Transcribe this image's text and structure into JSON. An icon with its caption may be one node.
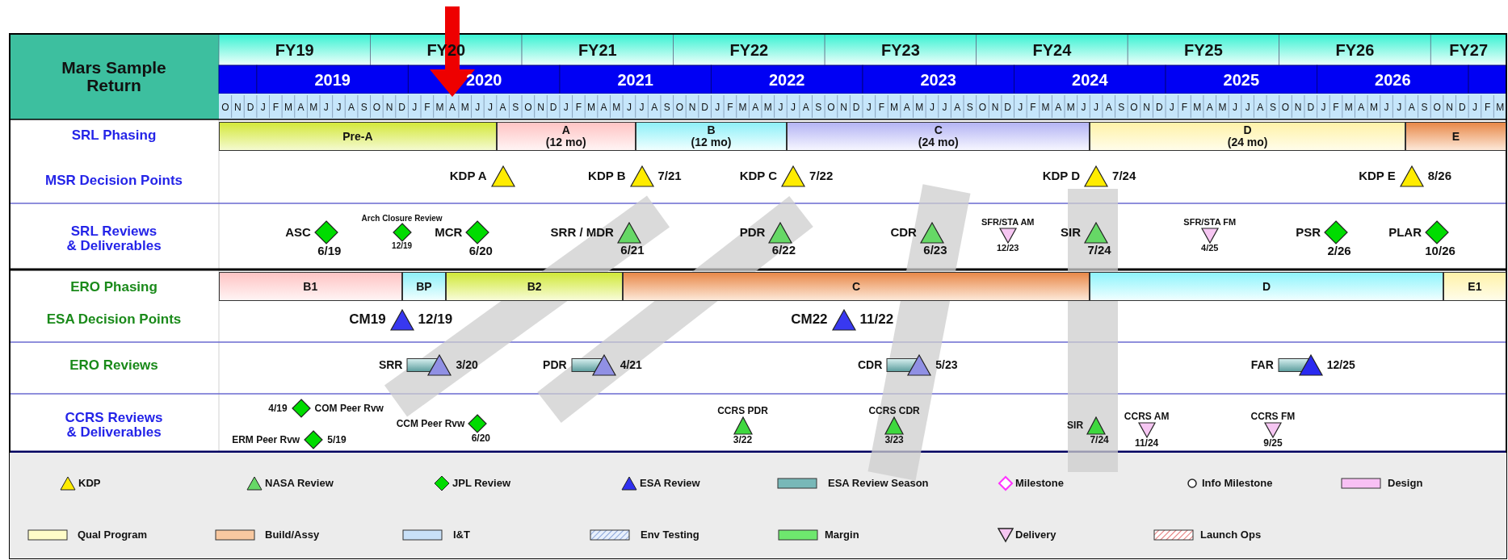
{
  "diagram": {
    "nodes": [
      {
        "text": [
          "Pre-A"
        ]
      },
      {
        "text": [
          "A",
          "(12 mo)"
        ]
      },
      {
        "text": [
          "B",
          "(12 mo)"
        ]
      },
      {
        "text": [
          "C",
          "(24 mo)"
        ]
      },
      {
        "text": [
          "D",
          "(24 mo)"
        ]
      },
      {
        "text": [
          "E"
        ]
      },
      {
        "text": [],
        "shape": "triangle",
        "beside": [
          "KDP A"
        ]
      },
      {
        "text": [],
        "shape": "triangle",
        "beside": [
          "KDP B",
          "7/21"
        ]
      },
      {
        "text": [],
        "shape": "triangle",
        "beside": [
          "KDP C",
          "7/22"
        ]
      },
      {
        "text": [],
        "shape": "triangle",
        "beside": [
          "KDP D",
          "7/24"
        ]
      },
      {
        "text": [],
        "shape": "triangle",
        "beside": [
          "KDP E",
          "8/26"
        ]
      },
      {
        "text": [],
        "shape": "diamond",
        "beside": [
          "ASC",
          "6/19"
        ]
      },
      {
        "text": [],
        "shape": "diamond",
        "beside": [
          "Arch Closure Review",
          "12/19"
        ]
      },
      {
        "text": [],
        "shape": "diamond",
        "beside": [
          "MCR",
          "6/20"
        ]
      },
      {
        "text": [],
        "shape": "triangle",
        "beside": [
          "SRR / MDR",
          "6/21"
        ]
      },
      {
        "text": [],
        "shape": "triangle",
        "beside": [
          "PDR",
          "6/22"
        ]
      },
      {
        "text": [],
        "shape": "triangle",
        "beside": [
          "CDR",
          "6/23"
        ]
      },
      {
        "text": [],
        "shape": "triangle",
        "beside": [
          "SFR/STA AM",
          "12/23"
        ]
      },
      {
        "text": [],
        "shape": "triangle",
        "beside": [
          "SIR",
          "7/24"
        ]
      },
      {
        "text": [],
        "shape": "triangle",
        "beside": [
          "SFR/STA FM",
          "4/25"
        ]
      },
      {
        "text": [],
        "shape": "diamond",
        "beside": [
          "PSR",
          "2/26"
        ]
      },
      {
        "text": [],
        "shape": "diamond",
        "beside": [
          "PLAR",
          "10/26"
        ]
      },
      {
        "text": [
          "B1"
        ]
      },
      {
        "text": [
          "BP"
        ]
      },
      {
        "text": [
          "B2"
        ]
      },
      {
        "text": [
          "C"
        ]
      },
      {
        "text": [
          "D"
        ]
      },
      {
        "text": [
          "E1"
        ]
      },
      {
        "text": [],
        "shape": "triangle",
        "beside": [
          "CM19",
          "12/19"
        ]
      },
      {
        "text": [],
        "shape": "triangle",
        "beside": [
          "CM22",
          "11/22"
        ]
      },
      {
        "text": [],
        "shape": "triangle",
        "beside": [
          "SRR",
          "3/20"
        ]
      },
      {
        "text": [],
        "shape": "triangle",
        "beside": [
          "PDR",
          "4/21"
        ]
      },
      {
        "text": [],
        "shape": "triangle",
        "beside": [
          "CDR",
          "5/23"
        ]
      },
      {
        "text": [],
        "shape": "triangle",
        "beside": [
          "FAR",
          "12/25"
        ]
      },
      {
        "text": [],
        "shape": "diamond",
        "beside": [
          "4/19",
          "COM Peer Rvw"
        ]
      },
      {
        "text": [],
        "shape": "diamond",
        "beside": [
          "ERM Peer Rvw",
          "5/19"
        ]
      },
      {
        "text": [],
        "shape": "diamond",
        "beside": [
          "CCM Peer Rvw",
          "6/20"
        ]
      },
      {
        "text": [],
        "shape": "triangle",
        "beside": [
          "CCRS PDR",
          "3/22"
        ]
      },
      {
        "text": [],
        "shape": "triangle",
        "beside": [
          "CCRS CDR",
          "3/23"
        ]
      },
      {
        "text": [],
        "shape": "triangle",
        "beside": [
          "SIR",
          "7/24"
        ]
      },
      {
        "text": [],
        "shape": "triangle",
        "beside": [
          "CCRS AM",
          "11/24"
        ]
      },
      {
        "text": [],
        "shape": "triangle",
        "beside": [
          "CCRS FM",
          "9/25"
        ]
      }
    ],
    "labels": [
      "Mars Sample Return",
      "FY19",
      "FY20",
      "FY21",
      "FY22",
      "FY23",
      "FY24",
      "FY25",
      "FY26",
      "FY27",
      "2019",
      "2020",
      "2021",
      "2022",
      "2023",
      "2024",
      "2025",
      "2026",
      "O",
      "N",
      "D",
      "J",
      "F",
      "M",
      "A",
      "M",
      "J",
      "J",
      "A",
      "S",
      "O",
      "N",
      "D",
      "J",
      "F",
      "M",
      "A",
      "M",
      "J",
      "J",
      "A",
      "S",
      "O",
      "N",
      "D",
      "J",
      "F",
      "M",
      "A",
      "M",
      "J",
      "J",
      "A",
      "S",
      "O",
      "N",
      "D",
      "J",
      "F",
      "M",
      "A",
      "M",
      "J",
      "J",
      "A",
      "S",
      "O",
      "N",
      "D",
      "J",
      "F",
      "M",
      "A",
      "M",
      "J",
      "J",
      "A",
      "S",
      "O",
      "N",
      "D",
      "J",
      "F",
      "M",
      "A",
      "M",
      "J",
      "J",
      "A",
      "S",
      "O",
      "N",
      "D",
      "J",
      "F",
      "M",
      "A",
      "M",
      "J",
      "J",
      "A",
      "S",
      "O",
      "N",
      "D",
      "J",
      "F",
      "M",
      "A",
      "M",
      "J",
      "J",
      "A",
      "S",
      "O",
      "N",
      "D",
      "J",
      "F",
      "M",
      "SRL Phasing",
      "MSR Decision Points",
      "SRL Reviews & Deliverables",
      "ERO Phasing",
      "ESA Decision Points",
      "ERO Reviews",
      "CCRS Reviews & Deliverables"
    ],
    "legend": [
      {
        "text": "KDP"
      },
      {
        "text": "NASA Review"
      },
      {
        "text": "JPL Review"
      },
      {
        "text": "ESA Review"
      },
      {
        "text": "ESA Review Season",
        "color": "#78b8b8"
      },
      {
        "text": "Milestone"
      },
      {
        "text": "Info Milestone"
      },
      {
        "text": "Design",
        "color": "#f8c0f4"
      },
      {
        "text": "Qual Program",
        "color": "#fffcc8"
      },
      {
        "text": "Build/Assy",
        "color": "#f8c8a0"
      },
      {
        "text": "I&T",
        "color": "#c8e0f8"
      },
      {
        "text": "Env Testing"
      },
      {
        "text": "Margin",
        "color": "#6ee86e"
      },
      {
        "text": "Delivery"
      },
      {
        "text": "Launch Ops"
      }
    ]
  }
}
